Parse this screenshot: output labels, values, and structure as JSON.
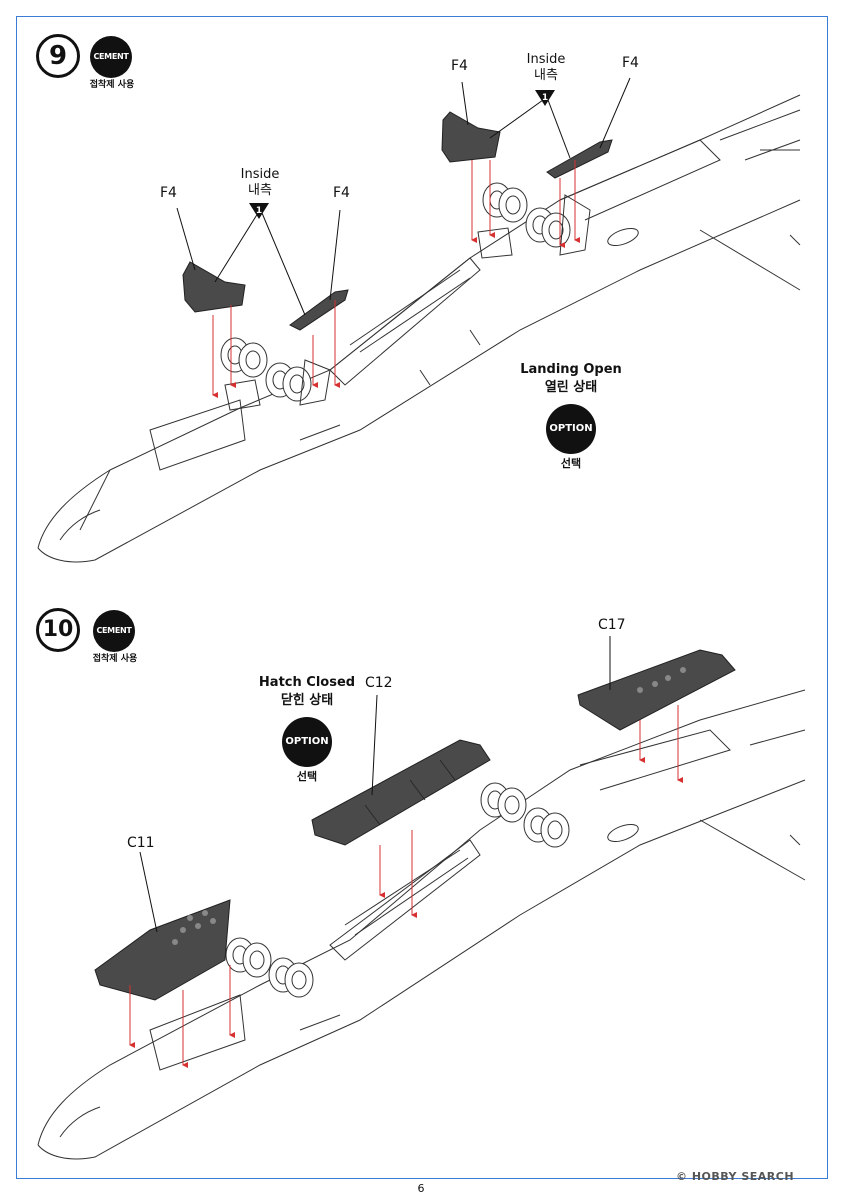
{
  "page": {
    "number": "6"
  },
  "watermark": "© HOBBY SEARCH",
  "steps": [
    {
      "number": "9",
      "cement_badge": "CEMENT",
      "cement_caption": "접착제 사용",
      "parts": [
        "F4",
        "F4",
        "F4",
        "F4"
      ],
      "inside_label": "Inside",
      "inside_label_kr": "내측",
      "inside_marker": "1",
      "option_title": "Landing Open",
      "option_title_kr": "열린 상태",
      "option_badge": "OPTION",
      "option_caption": "선택"
    },
    {
      "number": "10",
      "cement_badge": "CEMENT",
      "cement_caption": "접착제 사용",
      "parts": [
        "C11",
        "C12",
        "C17"
      ],
      "option_title": "Hatch Closed",
      "option_title_kr": "닫힌 상태",
      "option_badge": "OPTION",
      "option_caption": "선택"
    }
  ],
  "colors": {
    "border": "#3a7bd5",
    "arrow": "#d63031",
    "part_fill": "#4a4a4a"
  }
}
